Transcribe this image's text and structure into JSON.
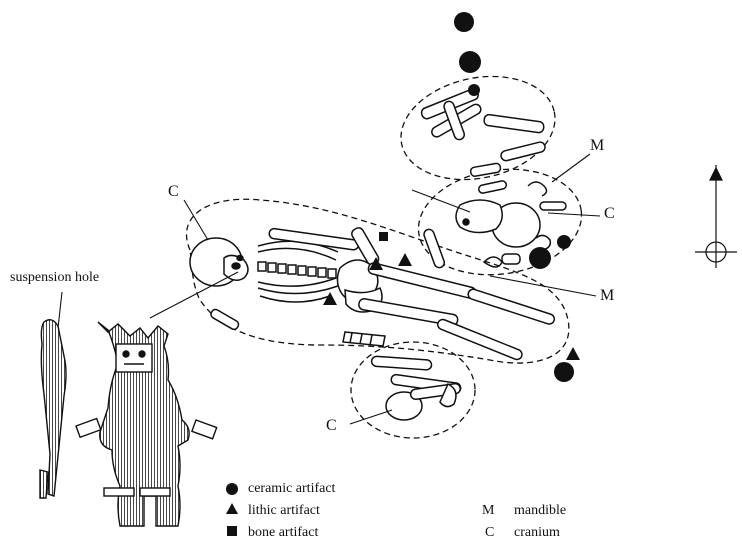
{
  "labels": {
    "suspension_hole": "suspension hole",
    "c_upper": "C",
    "c_right": "C",
    "c_lower": "C",
    "m_upper": "M",
    "m_right": "M"
  },
  "legend": {
    "ceramic": "ceramic artifact",
    "lithic": "lithic artifact",
    "bone": "bone artifact",
    "m_key": "M",
    "m_text": "mandible",
    "c_key": "C",
    "c_text": "cranium"
  },
  "north_arrow": {
    "icon": "north-arrow-icon"
  },
  "colors": {
    "ink": "#111111",
    "hatch": "#333333",
    "paper": "#ffffff"
  }
}
